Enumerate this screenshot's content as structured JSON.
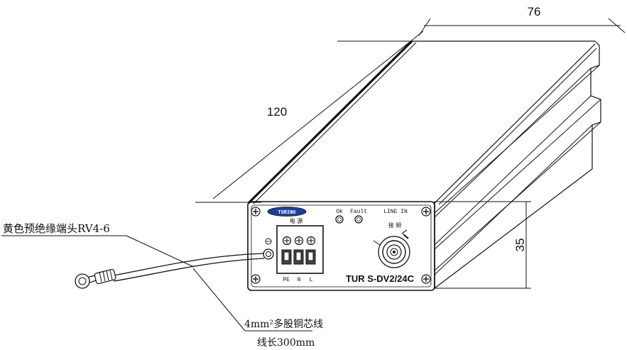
{
  "dimensions": {
    "width": "76",
    "length": "120",
    "height": "35"
  },
  "callouts": {
    "lug": "黄色预绝缘端头RV4-6",
    "wire_spec": "4mm²多股铜芯线",
    "wire_length": "线长300mm"
  },
  "front_panel": {
    "brand": "TURING",
    "power_label": "电 源",
    "terminals": [
      "PE",
      "N",
      "L"
    ],
    "leds": [
      "Ok",
      "Fault"
    ],
    "line_in": "LINE IN",
    "line_in_cn": "接 频",
    "model": "TUR S-DV2/24C"
  }
}
